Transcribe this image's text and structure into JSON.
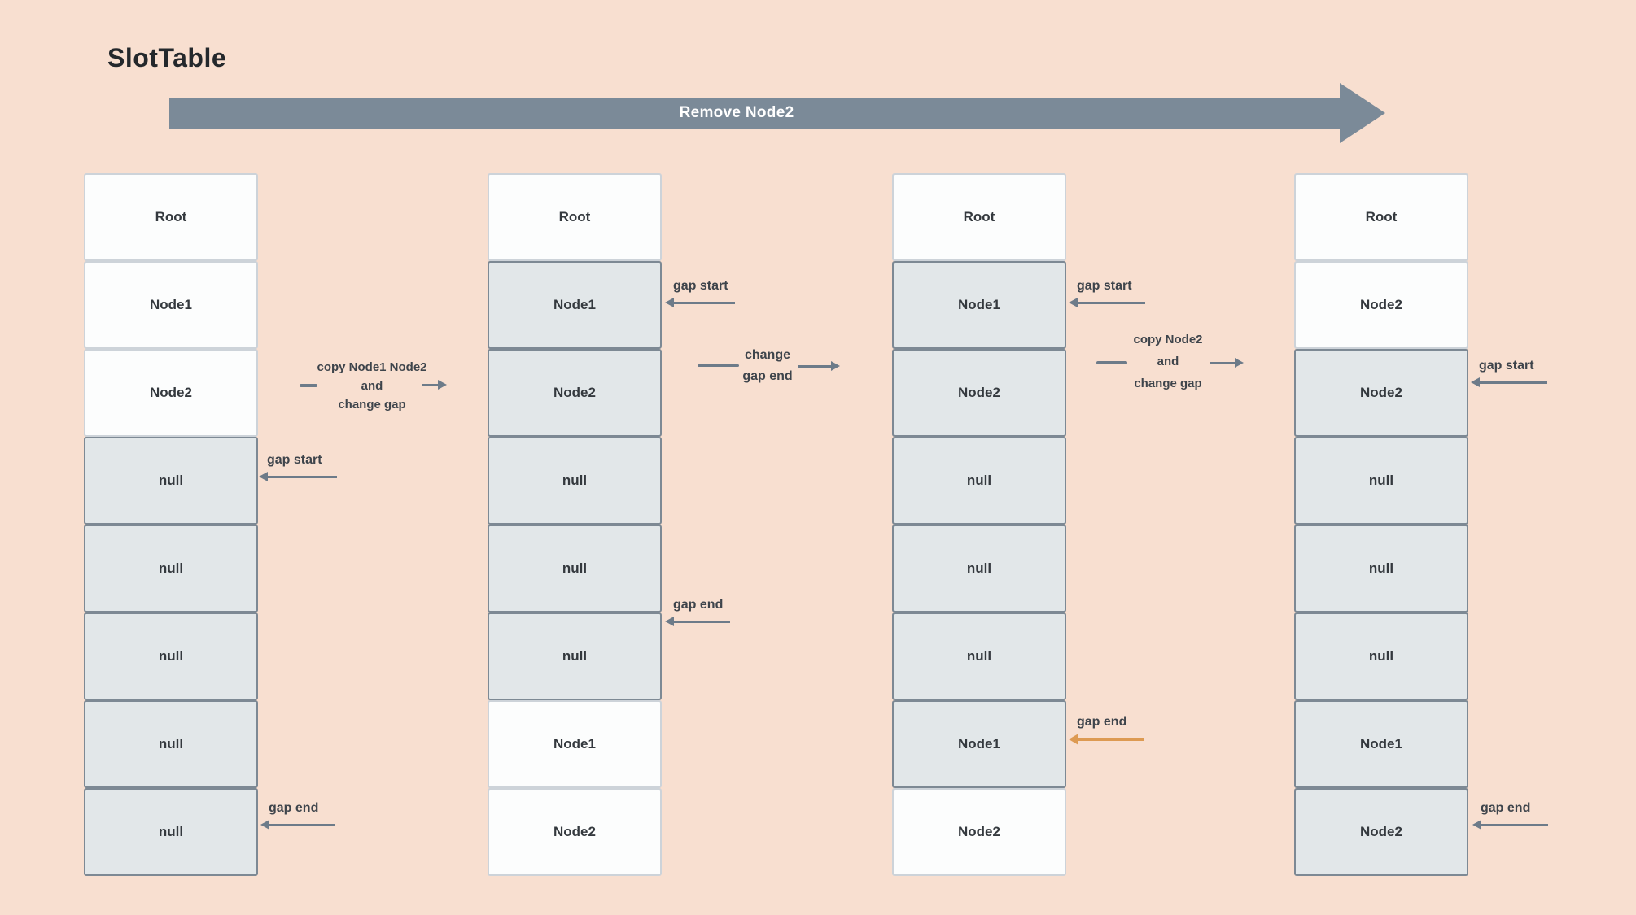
{
  "title": "SlotTable",
  "top_arrow": {
    "label": "Remove Node2"
  },
  "colors": {
    "background": "#f8dfd0",
    "cell_white": "#fcfdfd",
    "cell_gray": "#e2e7e9",
    "cell_border_white": "#cdd3d9",
    "cell_border_gray": "#7d8994",
    "label_text": "#3e444b",
    "arrow_gray": "#6d7b89",
    "arrow_orange": "#dd9a52",
    "slate": "#7b8a98"
  },
  "columns": [
    {
      "name": "state-1",
      "cells": [
        {
          "label": "Root",
          "variant": "white"
        },
        {
          "label": "Node1",
          "variant": "white"
        },
        {
          "label": "Node2",
          "variant": "white"
        },
        {
          "label": "null",
          "variant": "gray"
        },
        {
          "label": "null",
          "variant": "gray"
        },
        {
          "label": "null",
          "variant": "gray"
        },
        {
          "label": "null",
          "variant": "gray"
        },
        {
          "label": "null",
          "variant": "gray"
        }
      ]
    },
    {
      "name": "state-2",
      "cells": [
        {
          "label": "Root",
          "variant": "white"
        },
        {
          "label": "Node1",
          "variant": "gray"
        },
        {
          "label": "Node2",
          "variant": "gray"
        },
        {
          "label": "null",
          "variant": "gray"
        },
        {
          "label": "null",
          "variant": "gray"
        },
        {
          "label": "null",
          "variant": "gray"
        },
        {
          "label": "Node1",
          "variant": "white"
        },
        {
          "label": "Node2",
          "variant": "white"
        }
      ]
    },
    {
      "name": "state-3",
      "cells": [
        {
          "label": "Root",
          "variant": "white"
        },
        {
          "label": "Node1",
          "variant": "gray"
        },
        {
          "label": "Node2",
          "variant": "gray"
        },
        {
          "label": "null",
          "variant": "gray"
        },
        {
          "label": "null",
          "variant": "gray"
        },
        {
          "label": "null",
          "variant": "gray"
        },
        {
          "label": "Node1",
          "variant": "gray"
        },
        {
          "label": "Node2",
          "variant": "white"
        }
      ]
    },
    {
      "name": "state-4",
      "cells": [
        {
          "label": "Root",
          "variant": "white"
        },
        {
          "label": "Node2",
          "variant": "white"
        },
        {
          "label": "Node2",
          "variant": "gray"
        },
        {
          "label": "null",
          "variant": "gray"
        },
        {
          "label": "null",
          "variant": "gray"
        },
        {
          "label": "null",
          "variant": "gray"
        },
        {
          "label": "Node1",
          "variant": "gray"
        },
        {
          "label": "Node2",
          "variant": "gray"
        }
      ]
    }
  ],
  "gap_annotations": [
    {
      "text": "gap start",
      "variant": "gray"
    },
    {
      "text": "gap end",
      "variant": "gray"
    },
    {
      "text": "gap start",
      "variant": "gray"
    },
    {
      "text": "gap end",
      "variant": "gray"
    },
    {
      "text": "gap start",
      "variant": "gray"
    },
    {
      "text": "gap end",
      "variant": "orange"
    },
    {
      "text": "gap start",
      "variant": "gray"
    },
    {
      "text": "gap end",
      "variant": "gray"
    }
  ],
  "transitions": [
    {
      "lines": [
        "copy Node1 Node2",
        "and",
        "change gap"
      ]
    },
    {
      "lines": [
        "change",
        "gap end"
      ]
    },
    {
      "lines": [
        "copy Node2",
        "and",
        "change gap"
      ]
    }
  ]
}
